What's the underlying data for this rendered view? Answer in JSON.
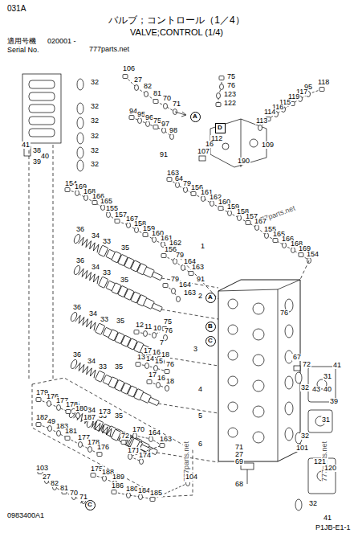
{
  "diagram": {
    "nodes": [
      {
        "text": [
          "A"
        ]
      },
      {
        "text": [
          "D"
        ]
      },
      {
        "text": [
          "A"
        ]
      },
      {
        "text": [
          "B"
        ]
      },
      {
        "text": [
          "C"
        ]
      },
      {
        "text": [
          "C"
        ]
      }
    ],
    "labels": [
      "031A",
      "バルブ；コントロール（1／4）",
      "VALVE;CONTROL (1/4)",
      "適用号機",
      "020001 -",
      "Serial No.",
      "777parts.net",
      "777parts.net",
      "777parts.net",
      "777parts.net",
      "32",
      "32",
      "32",
      "32",
      "32",
      "32",
      "41",
      "38",
      "40",
      "39",
      "106",
      "27",
      "82",
      "81",
      "70",
      "71",
      "94",
      "95",
      "96",
      "75",
      "97",
      "98",
      "75",
      "76",
      "123",
      "122",
      "118",
      "95",
      "117",
      "119",
      "115",
      "116",
      "114",
      "113",
      "112",
      "109",
      "107",
      "16",
      "190",
      "91",
      "163",
      "64",
      "79",
      "156",
      "161",
      "162",
      "160",
      "159",
      "158",
      "157",
      "167",
      "155",
      "165",
      "166",
      "168",
      "169",
      "154",
      "154",
      "169",
      "168",
      "166",
      "165",
      "155",
      "157",
      "167",
      "158",
      "159",
      "160",
      "161",
      "162",
      "36",
      "34",
      "33",
      "35",
      "156",
      "79",
      "164",
      "163",
      "1",
      "36",
      "34",
      "33",
      "35",
      "79",
      "164",
      "163",
      "91",
      "2",
      "36",
      "34",
      "33",
      "35",
      "12",
      "11",
      "10",
      "75",
      "76",
      "7",
      "17",
      "16",
      "18",
      "3",
      "36",
      "34",
      "33",
      "35",
      "13",
      "14",
      "15",
      "76",
      "17",
      "16",
      "18",
      "4",
      "36",
      "34",
      "33",
      "35",
      "5",
      "179",
      "176",
      "177",
      "178",
      "180",
      "173",
      "187",
      "182",
      "49",
      "183",
      "181",
      "177",
      "178",
      "176",
      "72",
      "170",
      "164",
      "163",
      "171",
      "174",
      "6",
      "175",
      "188",
      "189",
      "186",
      "180",
      "184",
      "185",
      "104",
      "103",
      "27",
      "82",
      "81",
      "70",
      "71",
      "0983400A1",
      "71",
      "27",
      "69",
      "68",
      "67",
      "72",
      "76",
      "31",
      "41",
      "32",
      "43",
      "40",
      "39",
      "31",
      "32",
      "101",
      "121",
      "120",
      "32",
      "41",
      "P1JB-E1-1"
    ]
  }
}
